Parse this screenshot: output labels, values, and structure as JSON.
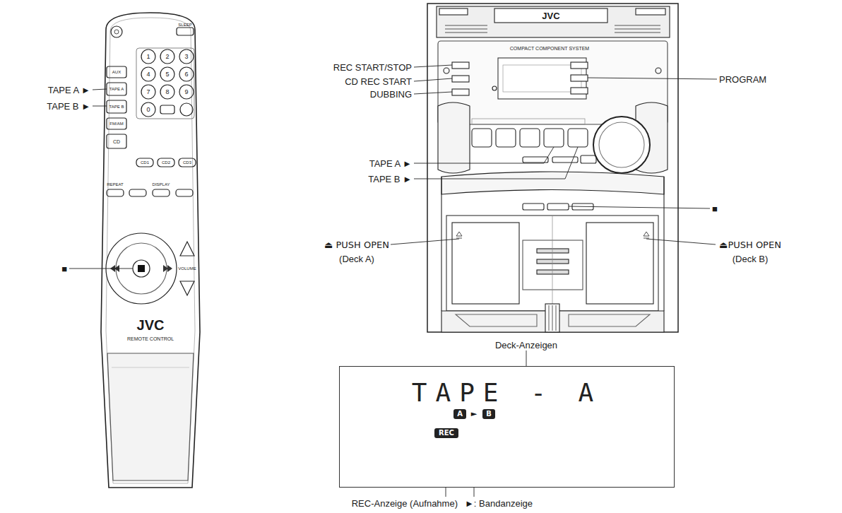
{
  "diagram": {
    "nodes": [
      {
        "text": [
          "TAPE - A"
        ]
      },
      {
        "text": [
          "A"
        ],
        "in": 0
      },
      {
        "text": [
          "B"
        ],
        "in": 0
      },
      {
        "text": [
          "REC"
        ],
        "in": 0
      }
    ],
    "labels": [
      "TAPE A ►",
      "TAPE B ►",
      "■",
      "REC START/STOP",
      "CD REC START",
      "DUBBING",
      "PROGRAM",
      "TAPE A ►",
      "TAPE B ►",
      "■",
      "⏏ PUSH OPEN",
      "(Deck A)",
      "⏏PUSH OPEN",
      "(Deck B)",
      "Deck-Anzeigen",
      "►",
      "REC-Anzeige (Aufnahme)",
      "►: Bandanzeige",
      "JVC",
      "REMOTE CONTROL",
      "JVC",
      "COMPACT COMPONENT SYSTEM",
      "1",
      "2",
      "3",
      "4",
      "5",
      "6",
      "7",
      "8",
      "9",
      "0",
      "AUX",
      "TAPE A",
      "TAPE B",
      "FM/AM",
      "CD",
      "CD1",
      "CD2",
      "CD3",
      "REPEAT",
      "DISPLAY",
      "SLEEP",
      "VOLUME"
    ]
  }
}
